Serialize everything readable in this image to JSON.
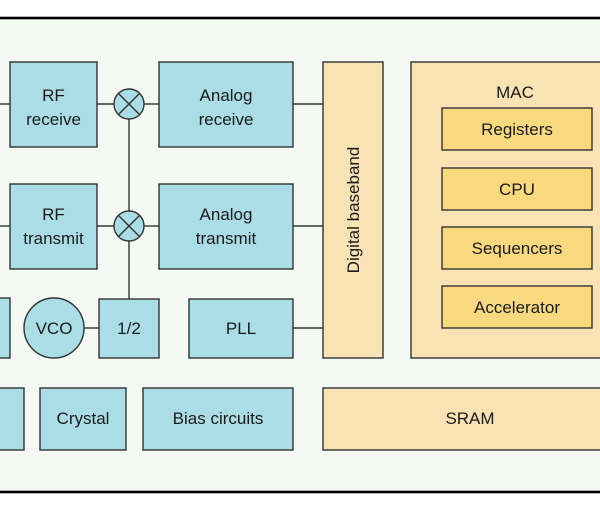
{
  "colors": {
    "background": "#f4f9f4",
    "rf_block": "#abdde7",
    "digital_block": "#f9e3b4",
    "mac_sub_block": "#f9d97e",
    "border": "#000000"
  },
  "blocks": {
    "rf_receive": [
      "RF",
      "receive"
    ],
    "rf_transmit": [
      "RF",
      "transmit"
    ],
    "analog_receive": [
      "Analog",
      "receive"
    ],
    "analog_transmit": [
      "Analog",
      "transmit"
    ],
    "vco": "VCO",
    "divider": "1/2",
    "pll": "PLL",
    "digital_baseband": "Digital baseband",
    "mac": "MAC",
    "mac_units": [
      "Registers",
      "CPU",
      "Sequencers",
      "Accelerator"
    ],
    "crystal": "Crystal",
    "bias_circuits": "Bias circuits",
    "sram": "SRAM"
  }
}
